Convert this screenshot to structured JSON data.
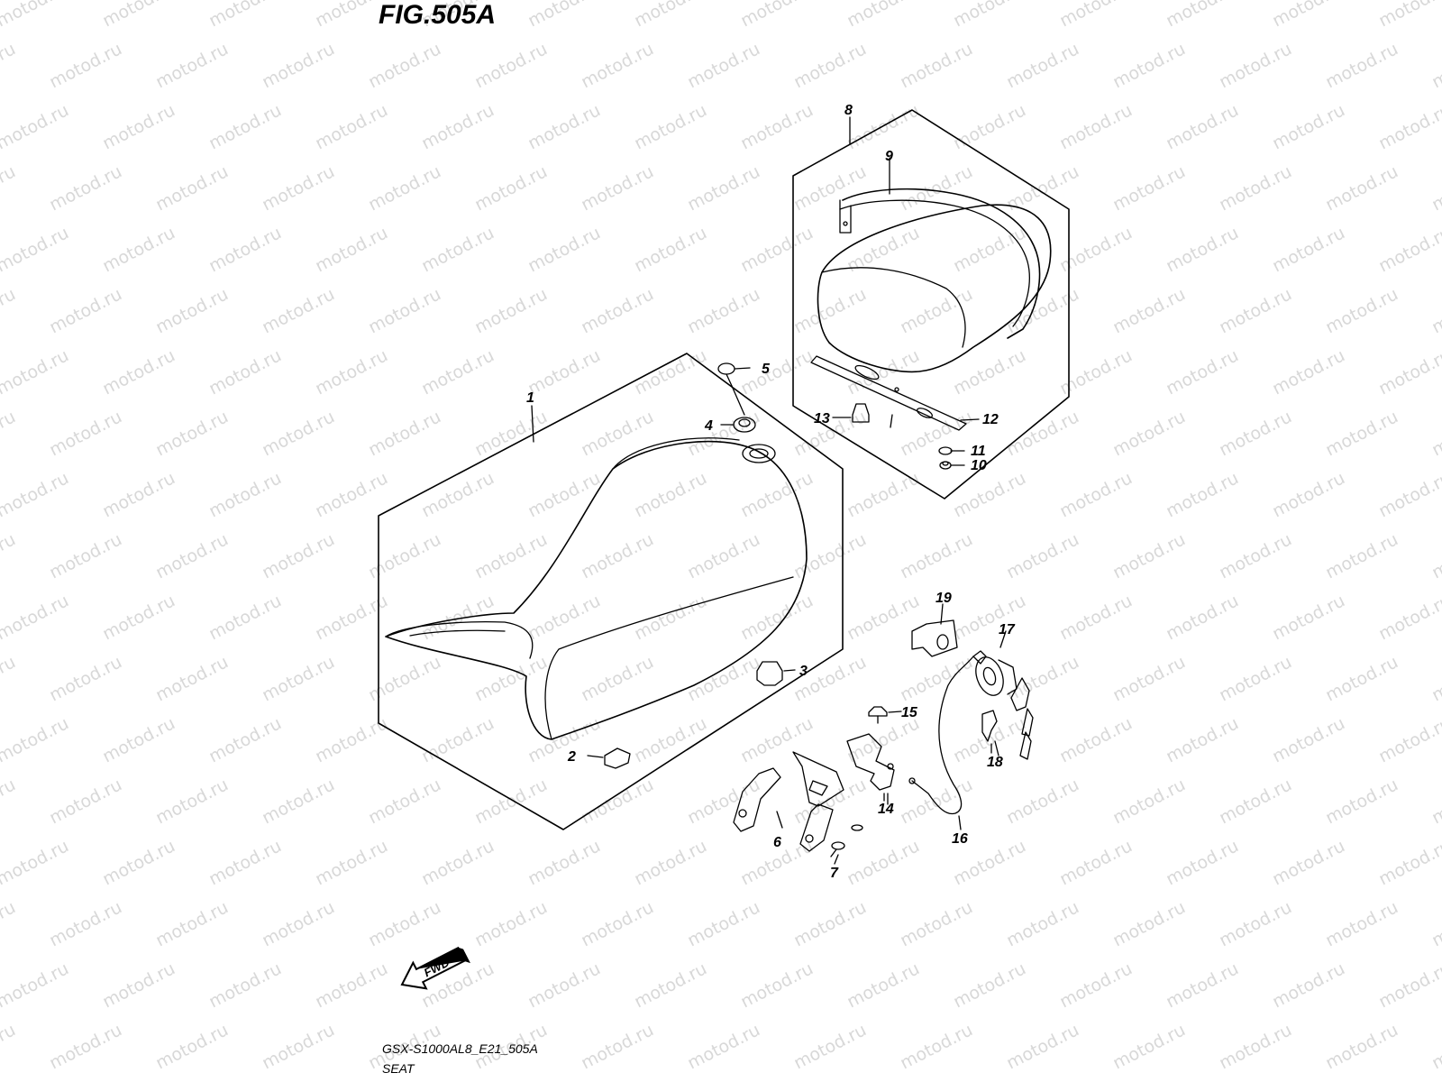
{
  "figure": {
    "title": "FIG.505A",
    "model_code": "GSX-S1000AL8_E21_505A",
    "section_name": "SEAT"
  },
  "watermark": {
    "text": "motod.ru",
    "color": "#d8d8d8"
  },
  "forward_arrow": {
    "label": "FWD",
    "icon": "fwd-arrow-icon"
  },
  "callouts": [
    "1",
    "2",
    "3",
    "4",
    "5",
    "6",
    "7",
    "8",
    "9",
    "10",
    "11",
    "12",
    "13",
    "14",
    "15",
    "16",
    "17",
    "18",
    "19"
  ]
}
